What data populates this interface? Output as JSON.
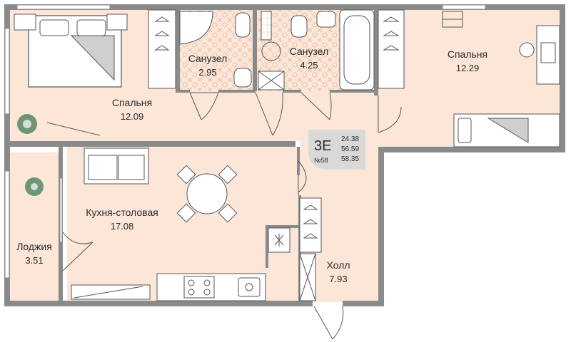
{
  "apartment": {
    "code": "3E",
    "number": "№58",
    "areas": [
      "24.38",
      "56.59",
      "58.35"
    ]
  },
  "rooms": [
    {
      "id": "bedroom-left",
      "name": "Спальня",
      "area": "12.09"
    },
    {
      "id": "bathroom-1",
      "name": "Санузел",
      "area": "2.95"
    },
    {
      "id": "bathroom-2",
      "name": "Санузел",
      "area": "4.25"
    },
    {
      "id": "bedroom-right",
      "name": "Спальня",
      "area": "12.29"
    },
    {
      "id": "kitchen",
      "name": "Кухня-столовая",
      "area": "17.08"
    },
    {
      "id": "loggia",
      "name": "Лоджия",
      "area": "3.51"
    },
    {
      "id": "hall",
      "name": "Холл",
      "area": "7.93"
    }
  ],
  "colors": {
    "floor": "#fbe6d8",
    "wall": "#8a8a8a",
    "furniture": "#ffffff",
    "furniture_stroke": "#555555",
    "accent": "#3d7a56",
    "tile": "#e8c7b0"
  }
}
